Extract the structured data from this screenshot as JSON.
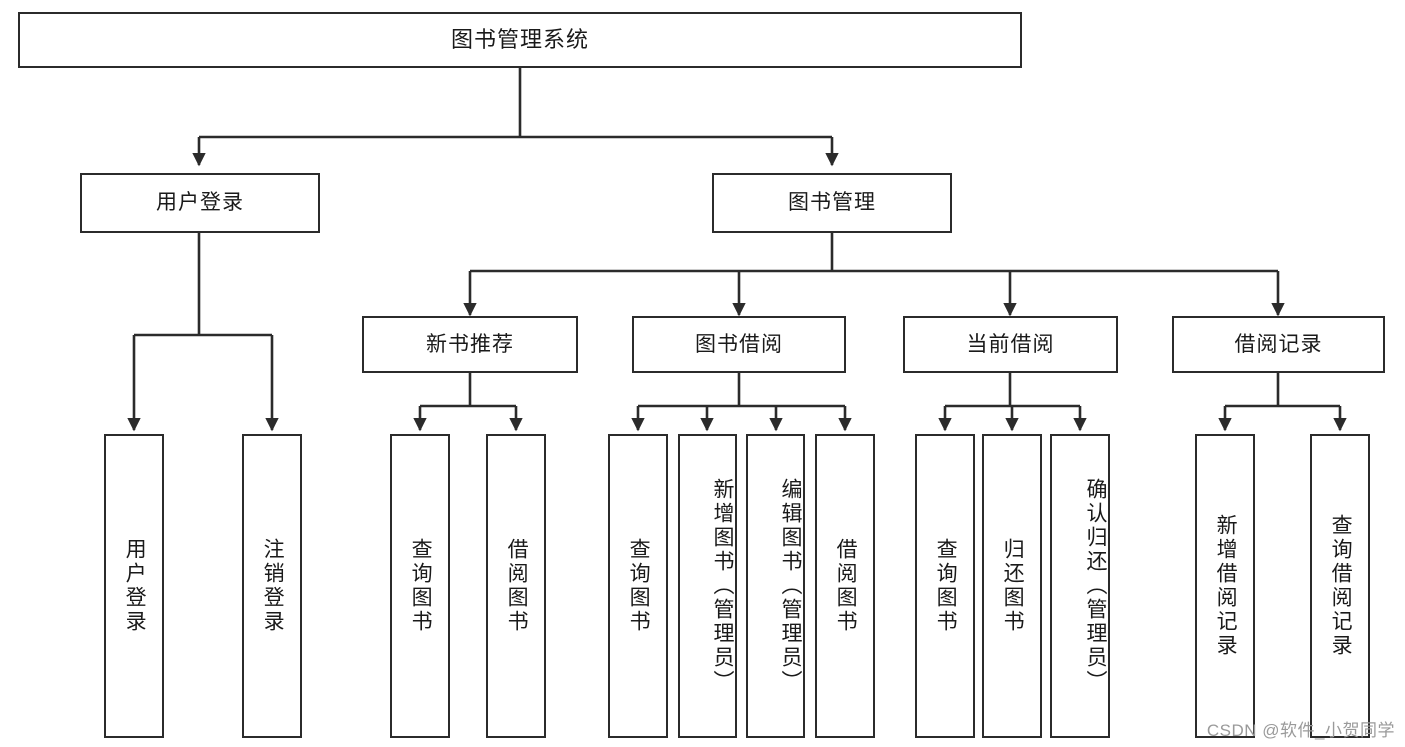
{
  "diagram": {
    "title": "图书管理系统",
    "root": {
      "label": "图书管理系统"
    },
    "level1": [
      {
        "label": "用户登录"
      },
      {
        "label": "图书管理"
      }
    ],
    "level2": [
      {
        "label": "新书推荐"
      },
      {
        "label": "图书借阅"
      },
      {
        "label": "当前借阅"
      },
      {
        "label": "借阅记录"
      }
    ],
    "leaves": {
      "user_login": [
        {
          "label": "用户登录"
        },
        {
          "label": "注销登录"
        }
      ],
      "new_book": [
        {
          "label": "查询图书"
        },
        {
          "label": "借阅图书"
        }
      ],
      "book_borrow": [
        {
          "label": "查询图书"
        },
        {
          "label": "新增图书（管理员）"
        },
        {
          "label": "编辑图书（管理员）"
        },
        {
          "label": "借阅图书"
        }
      ],
      "current_borrow": [
        {
          "label": "查询图书"
        },
        {
          "label": "归还图书"
        },
        {
          "label": "确认归还（管理员）"
        }
      ],
      "borrow_record": [
        {
          "label": "新增借阅记录"
        },
        {
          "label": "查询借阅记录"
        }
      ]
    },
    "watermark": "CSDN @软件_小贺同学",
    "colors": {
      "stroke": "#2b2b2b",
      "fill": "#ffffff",
      "text": "#1a1a1a",
      "watermark": "#9a9a9a"
    }
  }
}
